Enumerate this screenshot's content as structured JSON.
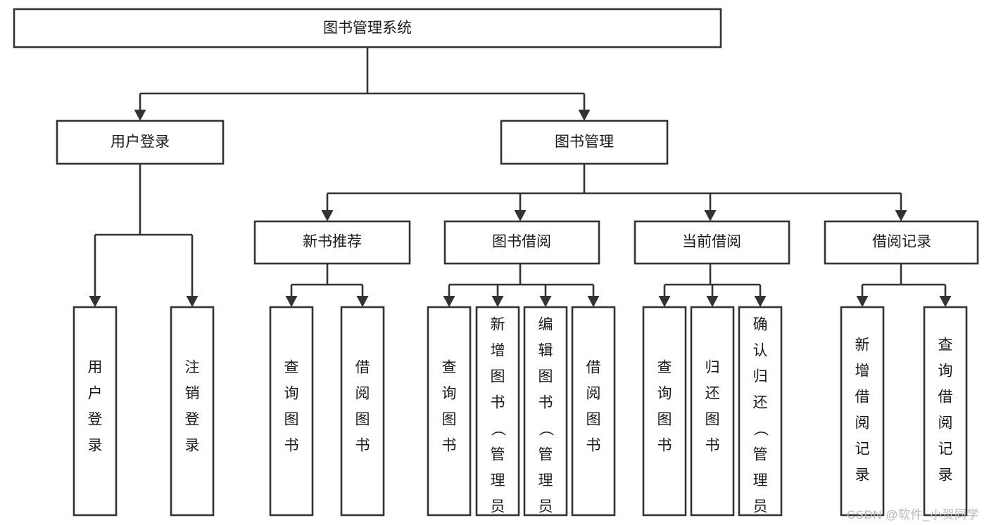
{
  "diagram": {
    "type": "tree",
    "title": "图书管理系统",
    "watermark": "CSDN @软件_小贺同学",
    "colors": {
      "box_stroke": "#333333",
      "box_fill": "#ffffff",
      "text": "#1a1a1a",
      "background": "#ffffff",
      "watermark": "#b9b9b9"
    },
    "root": {
      "id": "root",
      "label": "图书管理系统",
      "orientation": "horizontal"
    },
    "level2": [
      {
        "id": "user-login",
        "label": "用户登录",
        "orientation": "horizontal"
      },
      {
        "id": "book-management",
        "label": "图书管理",
        "orientation": "horizontal"
      }
    ],
    "level3": [
      {
        "id": "new-book-recommend",
        "label": "新书推荐",
        "orientation": "horizontal",
        "parent": "book-management"
      },
      {
        "id": "book-borrow",
        "label": "图书借阅",
        "orientation": "horizontal",
        "parent": "book-management"
      },
      {
        "id": "current-borrow",
        "label": "当前借阅",
        "orientation": "horizontal",
        "parent": "book-management"
      },
      {
        "id": "borrow-record",
        "label": "借阅记录",
        "orientation": "horizontal",
        "parent": "book-management"
      }
    ],
    "leaves": {
      "user-login": [
        {
          "id": "leaf-user-login",
          "label": "用户登录",
          "orientation": "vertical"
        },
        {
          "id": "leaf-user-logout",
          "label": "注销登录",
          "orientation": "vertical"
        }
      ],
      "new-book-recommend": [
        {
          "id": "leaf-query-book-1",
          "label": "查询图书",
          "orientation": "vertical"
        },
        {
          "id": "leaf-borrow-book-1",
          "label": "借阅图书",
          "orientation": "vertical"
        }
      ],
      "book-borrow": [
        {
          "id": "leaf-query-book-2",
          "label": "查询图书",
          "orientation": "vertical"
        },
        {
          "id": "leaf-add-book",
          "label": "新增图书（管理员）",
          "orientation": "vertical"
        },
        {
          "id": "leaf-edit-book",
          "label": "编辑图书（管理员）",
          "orientation": "vertical"
        },
        {
          "id": "leaf-borrow-book-2",
          "label": "借阅图书",
          "orientation": "vertical"
        }
      ],
      "current-borrow": [
        {
          "id": "leaf-query-book-3",
          "label": "查询图书",
          "orientation": "vertical"
        },
        {
          "id": "leaf-return-book",
          "label": "归还图书",
          "orientation": "vertical"
        },
        {
          "id": "leaf-confirm-return",
          "label": "确认归还（管理员）",
          "orientation": "vertical"
        }
      ],
      "borrow-record": [
        {
          "id": "leaf-add-record",
          "label": "新增借阅记录",
          "orientation": "vertical"
        },
        {
          "id": "leaf-query-record",
          "label": "查询借阅记录",
          "orientation": "vertical"
        }
      ]
    }
  }
}
